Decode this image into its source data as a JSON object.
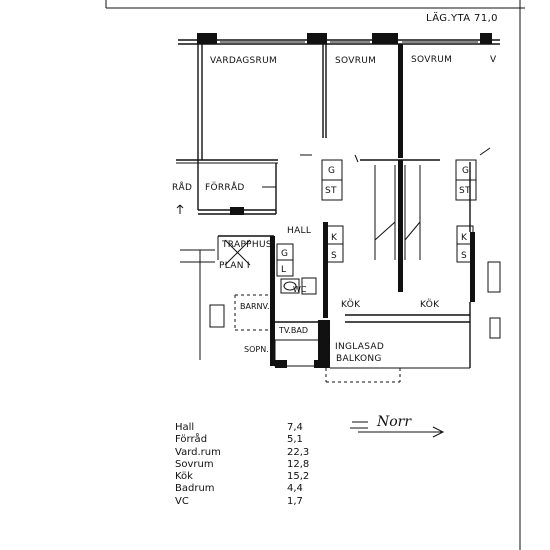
{
  "header": {
    "area_label": "LÄG.YTA 71,0"
  },
  "rooms": {
    "vardagsrum": "VARDAGSRUM",
    "sovrum1": "SOVRUM",
    "sovrum2": "SOVRUM",
    "edge_v": "V",
    "forrad_left": "RÅD",
    "forrad": "FÖRRÅD",
    "hall": "HALL",
    "trapphus": "TRAPPHUS",
    "plan": "PLAN I",
    "barnv": "BARNV.",
    "wc": "WC",
    "tvbad": "TV.BAD",
    "sopn": "SOPN.",
    "kok1": "KÖK",
    "kok2": "KÖK",
    "balkong1": "INGLASAD",
    "balkong2": "BALKONG"
  },
  "fixtures": {
    "g1": "G",
    "st1": "ST",
    "g2": "G",
    "st2": "ST",
    "k1": "K",
    "s1": "S",
    "k2": "K",
    "s2": "S",
    "g3": "G",
    "l3": "L"
  },
  "compass": {
    "label": "Norr"
  },
  "areas": [
    {
      "name": "Hall",
      "value": "7,4"
    },
    {
      "name": "Förråd",
      "value": "5,1"
    },
    {
      "name": "Vard.rum",
      "value": "22,3"
    },
    {
      "name": "Sovrum",
      "value": "12,8"
    },
    {
      "name": "Kök",
      "value": "15,2"
    },
    {
      "name": "Badrum",
      "value": "4,4"
    },
    {
      "name": "VC",
      "value": "1,7"
    }
  ]
}
